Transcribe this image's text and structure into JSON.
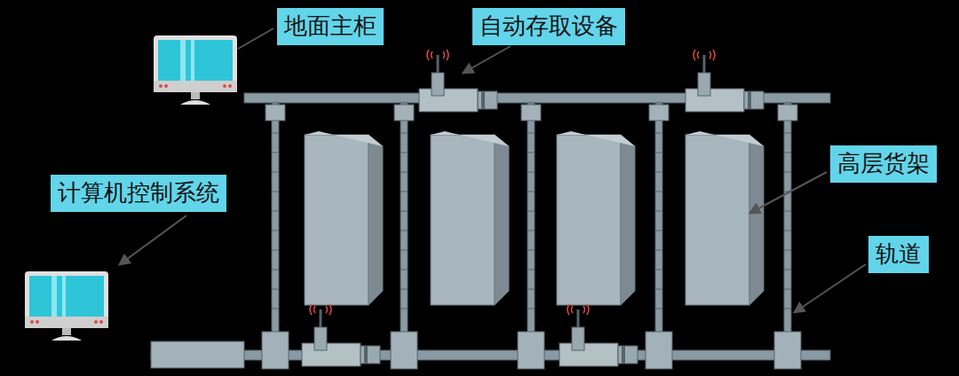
{
  "diagram": {
    "nodes": [
      {
        "text": [
          "地面主柜"
        ]
      },
      {
        "text": [
          "自动存取设备"
        ]
      },
      {
        "text": [
          "计算机控制系统"
        ]
      },
      {
        "text": [
          "高层货架"
        ]
      },
      {
        "text": [
          "轨道"
        ]
      }
    ]
  }
}
